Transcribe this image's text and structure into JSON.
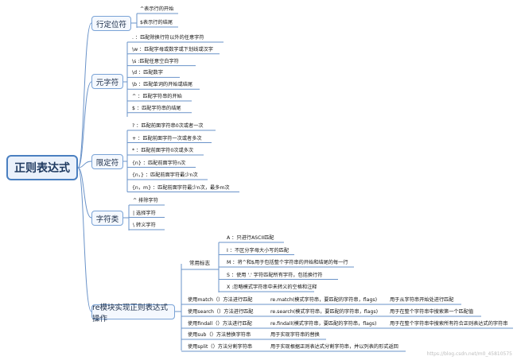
{
  "root": "正则表达式",
  "categories": {
    "position": "行定位符",
    "meta": "元字符",
    "quantifier": "限定符",
    "charclass": "字符类",
    "re": "re模块实现正则表达式操作"
  },
  "position": [
    "^表示行的开始",
    "$表示行的结尾"
  ],
  "meta": [
    ". ：匹配除换行符以外的任意字符",
    "\\w ：匹配字母或数字或下划线或汉字",
    "\\s :匹配任意空白字符",
    "\\d ：匹配数字",
    "\\b ：匹配单词的开始或结尾",
    "^ ：匹配字符串的开始",
    "$ ：匹配字符串的结尾"
  ],
  "quantifier": [
    "? ：匹配前面字符串0次或者一次",
    "+ ：匹配前面字符一次或者多次",
    "* ：匹配前面字符0次或多次",
    "{n} ：匹配前面字符n次",
    "{n，} ：匹配前面字符最少n次",
    "{n，m} ：匹配前面字符最少n次，最多m次"
  ],
  "charclass": [
    "^ 排除字符",
    "| 选择字符",
    "\\ 转义字符"
  ],
  "flags": {
    "label": "常用标志",
    "items": [
      "A ：只进行ASCII匹配",
      "I ：不区分字母大小写的匹配",
      "M ：将^和$用于包括整个字符串的开始和结尾的每一行",
      "S ：使用 '.' 字符匹配所有字符，包括换行符",
      "X :忽略模式字符串中未转义的空格和注释"
    ]
  },
  "methods": [
    {
      "name": "使用match（）方法进行匹配",
      "syntax": "re.match(模式字符串，要匹配的字符串，flags)",
      "desc": "用于从字符串开始处进行匹配"
    },
    {
      "name": "使用search（）方法进行匹配",
      "syntax": "re.search(模式字符串，要匹配的字符串，flags)",
      "desc": "用于在整个字符串中搜索第一个匹配值"
    },
    {
      "name": "使用findall（）方法进行匹配",
      "syntax": "re.findall(模式字符串，要匹配的字符串，flags)",
      "desc": "用于在整个字符串中搜索所有符合正则表达式的字符串"
    },
    {
      "name": "使用sub（）方法替换字符串",
      "desc": "用于实现字符串的替换"
    },
    {
      "name": "使用split（）方法分割字符串",
      "desc": "用于实现根据正则表达式分割字符串，并以列表的形式返回"
    }
  ],
  "watermark": "https://blog.csdn.net/m0_45810575",
  "colors": {
    "line": "#6a93c9",
    "node_border": "#4a7fc0"
  }
}
